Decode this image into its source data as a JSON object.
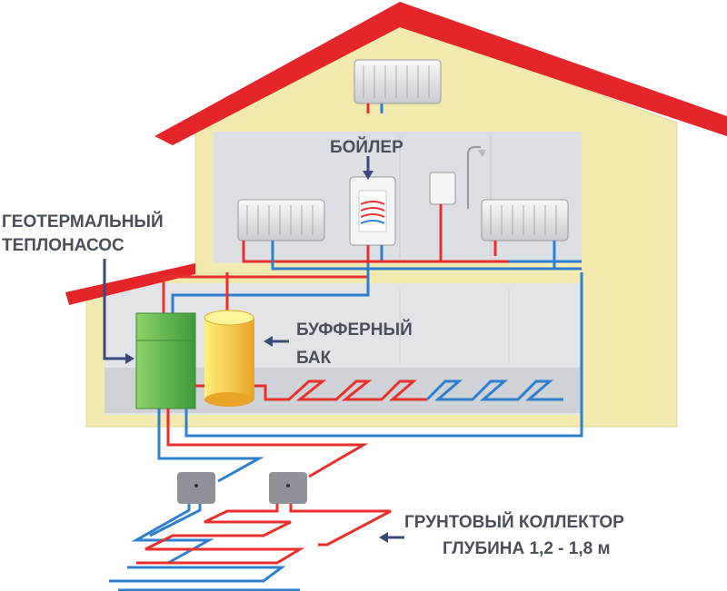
{
  "labels": {
    "heat_pump_line1": "ГЕОТЕРМАЛЬНЫЙ",
    "heat_pump_line2": "ТЕПЛОНАСОС",
    "boiler": "БОЙЛЕР",
    "buffer_line1": "БУФФЕРНЫЙ",
    "buffer_line2": "БАК",
    "collector_line1": "ГРУНТОВЫЙ КОЛЛЕКТОР",
    "collector_line2": "ГЛУБИНА 1,2 - 1,8 м"
  },
  "colors": {
    "roof": "#e4262a",
    "wall": "#f3eab0",
    "room": "#dcdfe3",
    "hot_pipe": "#e8302c",
    "cold_pipe": "#2f7fd0",
    "heat_pump": "#5cb84a",
    "buffer_tank": "#f4c93a"
  }
}
